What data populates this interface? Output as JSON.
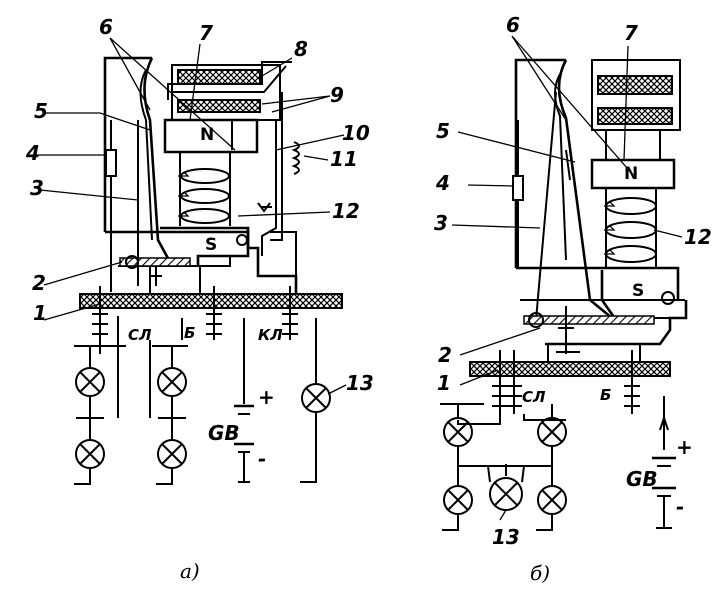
{
  "diagram_a": {
    "caption": "а)",
    "callouts": [
      "1",
      "2",
      "3",
      "4",
      "5",
      "6",
      "7",
      "8",
      "9",
      "10",
      "11",
      "12",
      "13"
    ],
    "terminals": [
      "СЛ",
      "Б",
      "КЛ"
    ],
    "poles": {
      "north": "N",
      "south": "S"
    },
    "battery": {
      "label": "GB",
      "plus": "+",
      "minus": "-"
    }
  },
  "diagram_b": {
    "caption": "б)",
    "callouts": [
      "1",
      "2",
      "3",
      "4",
      "5",
      "6",
      "7",
      "12",
      "13"
    ],
    "terminals": [
      "СЛ",
      "Б"
    ],
    "poles": {
      "north": "N",
      "south": "S"
    },
    "battery": {
      "label": "GB",
      "plus": "+",
      "minus": "-"
    }
  }
}
